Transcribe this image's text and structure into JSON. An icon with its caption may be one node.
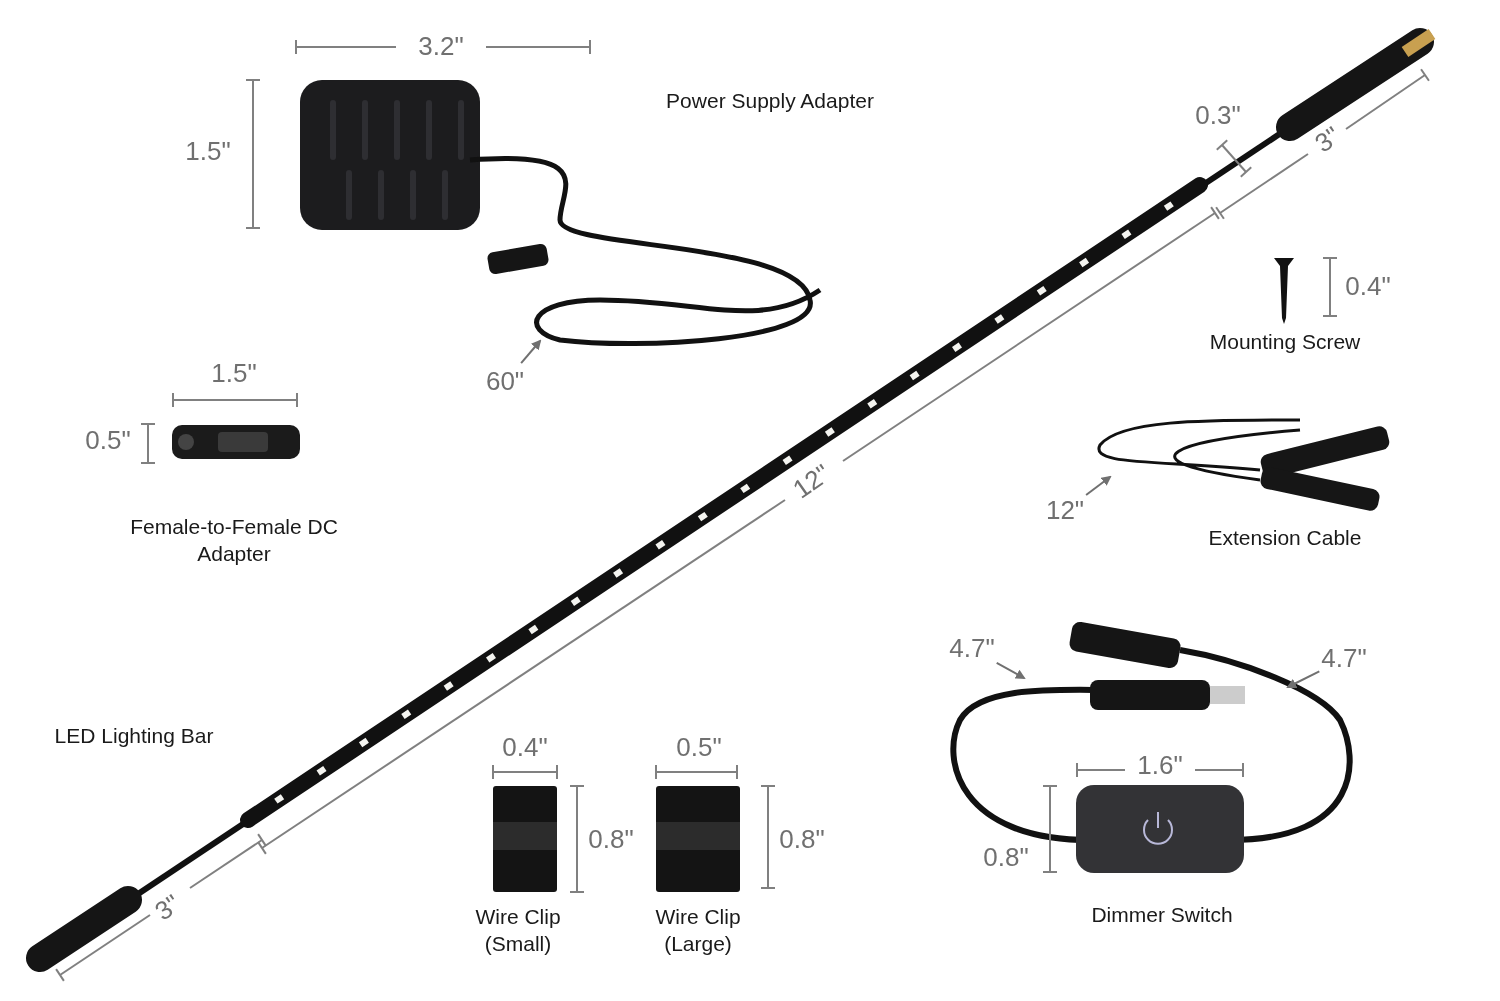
{
  "diagram": {
    "nodes": [
      {
        "text": [
          "60\""
        ]
      },
      {
        "text": [
          "12\""
        ]
      },
      {
        "text": [
          "4.7\""
        ]
      },
      {
        "text": [
          "4.7\""
        ]
      }
    ],
    "edges": [
      {
        "from": 0,
        "to": null,
        "arrow": "to"
      },
      {
        "from": 1,
        "to": null,
        "arrow": "to"
      },
      {
        "from": 2,
        "to": null,
        "arrow": "to"
      },
      {
        "from": 3,
        "to": null,
        "arrow": "to"
      }
    ],
    "labels": [
      "3.2\"",
      "1.5\"",
      "Power Supply Adapter",
      "0.3\"",
      "3\"",
      "0.4\"",
      "Mounting Screw",
      "1.5\"",
      "0.5\"",
      "Female-to-Female DC Adapter",
      "12\"",
      "Extension Cable",
      "LED Lighting Bar",
      "0.4\"",
      "0.8\"",
      "0.5\"",
      "0.8\"",
      "1.6\"",
      "0.8\"",
      "3\"",
      "Wire Clip (Small)",
      "Wire Clip (Large)",
      "Dimmer Switch"
    ]
  }
}
